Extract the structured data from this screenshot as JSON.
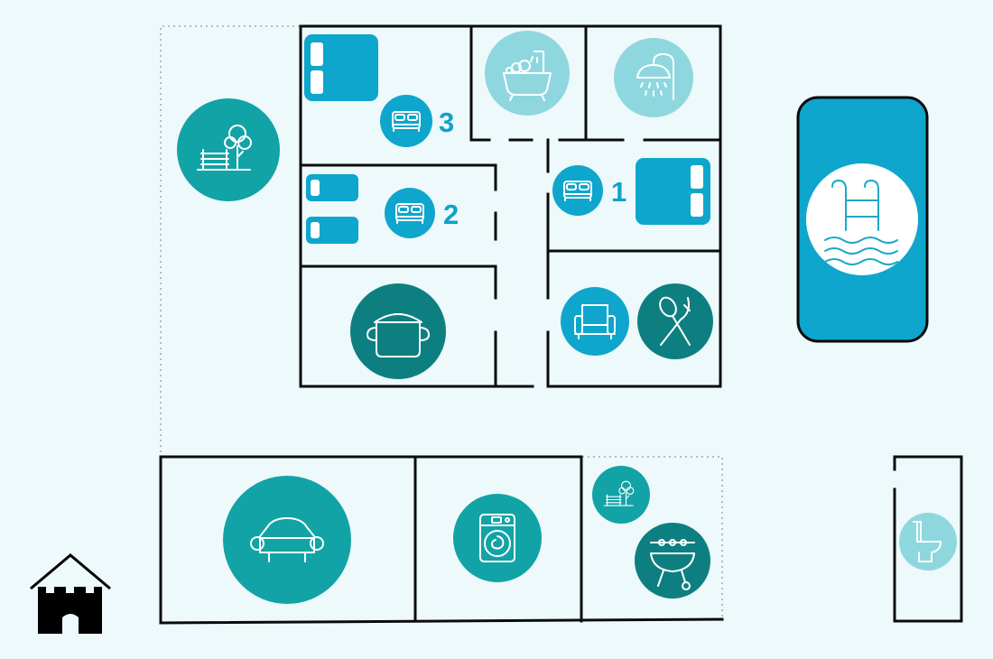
{
  "colors": {
    "background": "#eef9fb",
    "wall": "#0b0b0b",
    "outdoor_boundary": "#b9b9b9",
    "dark_teal": "#0e7f81",
    "mid_teal": "#12a3a6",
    "bright_blue": "#0ea6cc",
    "light_cyan": "#8fd7df",
    "room_number": "#10a2c9"
  },
  "rooms": {
    "bedroom_3": {
      "number": "3",
      "icons": [
        "bed-icon",
        "double-bed-icon"
      ]
    },
    "bedroom_2": {
      "number": "2",
      "icons": [
        "two-single-beds-icon",
        "double-bed-icon"
      ]
    },
    "bedroom_1": {
      "number": "1",
      "icons": [
        "double-bed-icon",
        "bed-icon"
      ]
    },
    "bathroom": {
      "icons": [
        "bathtub-icon"
      ]
    },
    "shower_room": {
      "icons": [
        "shower-icon"
      ]
    },
    "kitchen": {
      "icons": [
        "cooking-pot-icon"
      ]
    },
    "living_dining": {
      "icons": [
        "armchair-icon",
        "cutlery-icon"
      ]
    },
    "garden": {
      "icons": [
        "garden-bench-tree-icon"
      ]
    },
    "pool": {
      "icons": [
        "pool-ladder-icon"
      ]
    },
    "garage": {
      "icons": [
        "car-icon"
      ]
    },
    "laundry": {
      "icons": [
        "washing-machine-icon"
      ]
    },
    "patio": {
      "icons": [
        "garden-bench-tree-icon",
        "barbecue-grill-icon"
      ]
    },
    "outdoor_wc": {
      "icons": [
        "toilet-icon"
      ]
    },
    "legend": {
      "icons": [
        "house-icon"
      ]
    }
  }
}
